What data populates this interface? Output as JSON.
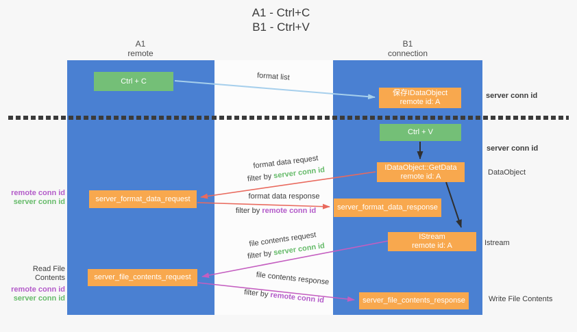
{
  "title": {
    "line1": "A1 - Ctrl+C",
    "line2": "B1 - Ctrl+V"
  },
  "columns": {
    "left": {
      "name": "A1",
      "role": "remote"
    },
    "right": {
      "name": "B1",
      "role": "connection"
    }
  },
  "boxes": {
    "ctrl_c": "Ctrl + C",
    "ctrl_v": "Ctrl + V",
    "save_dataobject": {
      "line1": "保存IDataObject",
      "line2": "remote id: A"
    },
    "getdata": {
      "line1": "IDataObject::GetData",
      "line2": "remote id: A"
    },
    "istream": {
      "line1": "IStream",
      "line2": "remote id: A"
    },
    "server_format_data_request": "server_format_data_request",
    "server_format_data_response": "server_format_data_response",
    "server_file_contents_request": "server_file_contents_request",
    "server_file_contents_response": "server_file_contents_response"
  },
  "flow_labels": {
    "format_list": "format list",
    "format_data_request": "format data request",
    "format_data_response": "format data response",
    "file_contents_request": "file contents request",
    "file_contents_response": "file contents response",
    "filter_by": "filter by ",
    "server_conn_id": "server conn id",
    "remote_conn_id": "remote conn id"
  },
  "side_labels": {
    "server_conn_id_top": "server conn id",
    "server_conn_id_middle": "server conn id",
    "dataobject": "DataObject",
    "istream": "Istream",
    "write_file_contents": "Write File Contents",
    "read_file_contents": "Read File Contents",
    "remote_conn_id": "remote conn id",
    "server_conn_id": "server conn id"
  },
  "colors": {
    "column_blue": "#4a80d2",
    "box_green": "#74bf77",
    "box_orange": "#f8a84e",
    "arrow_light_blue": "#a6cfec",
    "arrow_red": "#e96a5e",
    "arrow_magenta": "#c45ec0",
    "arrow_black": "#2f2f2f",
    "text_green": "#66bb6a",
    "text_purple": "#b35bc9",
    "text_dark": "#3c3c3c"
  }
}
